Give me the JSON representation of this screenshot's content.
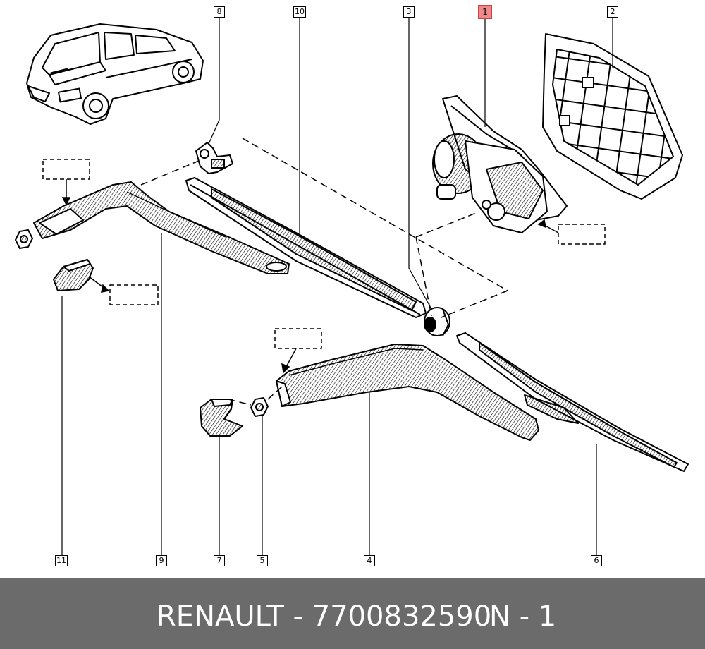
{
  "callouts": {
    "c1": "1",
    "c2": "2",
    "c3": "3",
    "c4": "4",
    "c5": "5",
    "c6": "6",
    "c7": "7",
    "c8": "8",
    "c9": "9",
    "c10": "10",
    "c11": "11"
  },
  "footer": {
    "brand_part": "RENAULT - 7700832590",
    "sheet": "N - 1"
  },
  "colors": {
    "highlight": "#f08a8a",
    "footer_bg": "#6b6b6b",
    "line": "#000000"
  }
}
